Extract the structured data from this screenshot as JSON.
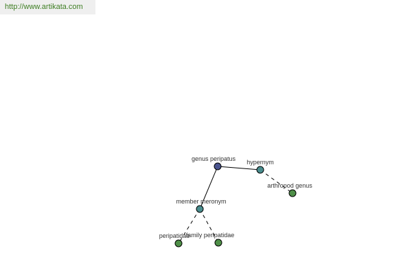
{
  "site_link": "http://www.artikata.com",
  "graph": {
    "nodes": [
      {
        "id": "genus-peripatus",
        "label": "genus peripatus",
        "color": "#4a548e"
      },
      {
        "id": "hypernym",
        "label": "hypernym",
        "color": "#4a8d8e"
      },
      {
        "id": "arthropod-genus",
        "label": "arthropod genus",
        "color": "#4f8f48"
      },
      {
        "id": "member-meronym",
        "label": "member meronym",
        "color": "#4a8d8e"
      },
      {
        "id": "peripatidae",
        "label": "peripatidae",
        "color": "#4f8f48"
      },
      {
        "id": "family-peripatidae",
        "label": "family peripatidae",
        "color": "#4f8f48"
      }
    ],
    "edges": [
      {
        "from": "genus-peripatus",
        "to": "hypernym",
        "style": "solid"
      },
      {
        "from": "hypernym",
        "to": "arthropod-genus",
        "style": "dashed"
      },
      {
        "from": "genus-peripatus",
        "to": "member-meronym",
        "style": "solid"
      },
      {
        "from": "member-meronym",
        "to": "peripatidae",
        "style": "dashed"
      },
      {
        "from": "member-meronym",
        "to": "family-peripatidae",
        "style": "dashed"
      }
    ]
  }
}
